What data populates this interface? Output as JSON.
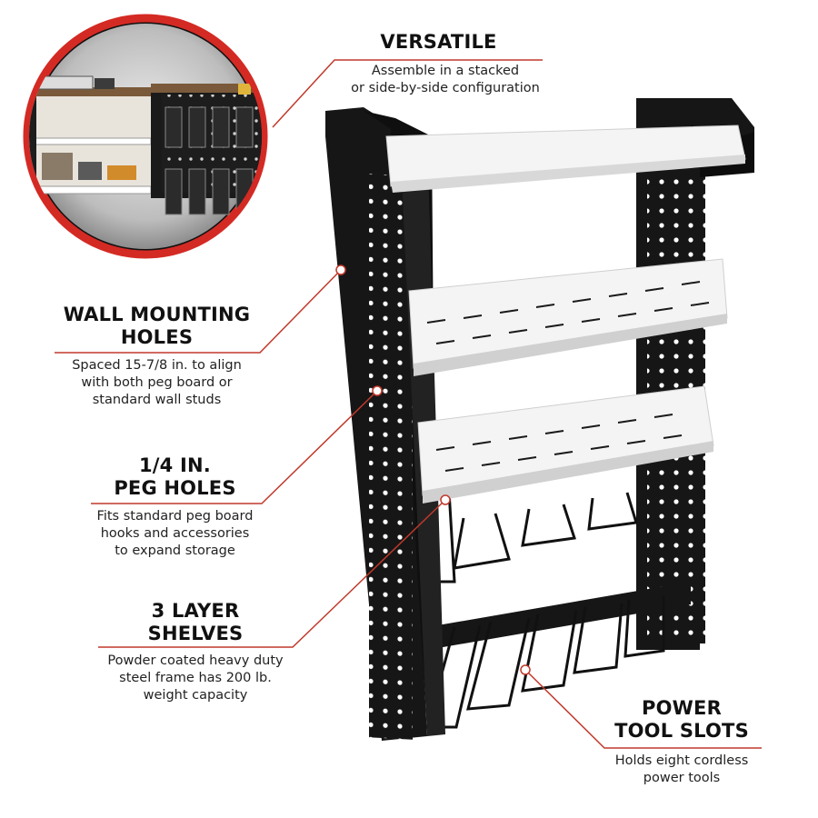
{
  "callouts": {
    "versatile": {
      "heading": "VERSATILE",
      "desc_1": "Assemble in a stacked",
      "desc_2": "or side-by-side configuration"
    },
    "wall_mounting": {
      "heading_1": "WALL MOUNTING",
      "heading_2": "HOLES",
      "desc_1": "Spaced 15-7/8 in. to align",
      "desc_2": "with both peg board or",
      "desc_3": "standard wall studs"
    },
    "peg_holes": {
      "heading_1": "1/4 IN.",
      "heading_2": "PEG HOLES",
      "desc_1": "Fits standard peg board",
      "desc_2": "hooks and accessories",
      "desc_3": "to expand storage"
    },
    "shelves": {
      "heading_1": "3 LAYER",
      "heading_2": "SHELVES",
      "desc_1": "Powder coated heavy duty",
      "desc_2": "steel frame has 200 lb.",
      "desc_3": "weight capacity"
    },
    "tool_slots": {
      "heading_1": "POWER",
      "heading_2": "TOOL SLOTS",
      "desc_1": "Holds eight cordless",
      "desc_2": "power tools"
    }
  },
  "colors": {
    "accent_red": "#c0392b",
    "frame_black": "#161616",
    "shelf_white": "#f4f4f4"
  }
}
